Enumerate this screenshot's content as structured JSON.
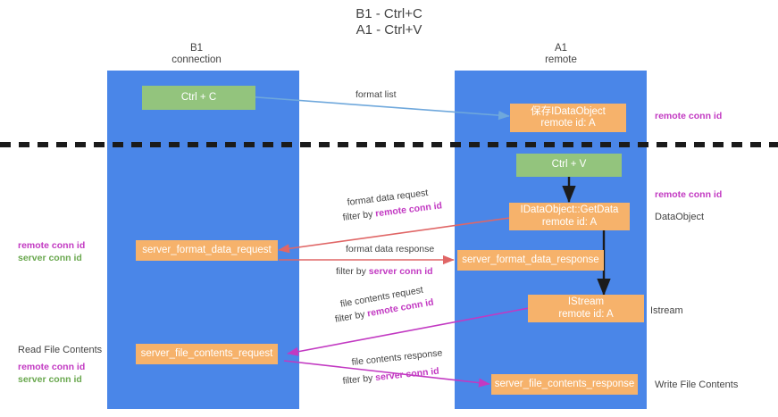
{
  "title": {
    "line1": "B1 - Ctrl+C",
    "line2": "A1 - Ctrl+V"
  },
  "lanes": [
    {
      "id": "b1",
      "name": "B1",
      "role": "connection",
      "color": "#4a86e8"
    },
    {
      "id": "a1",
      "name": "A1",
      "role": "remote",
      "color": "#4a86e8"
    }
  ],
  "boxes": {
    "ctrl_c": {
      "line1": "Ctrl + C",
      "line2": "",
      "color": "#93c47d"
    },
    "save_idataobject": {
      "line1": "保存IDataObject",
      "line2": "remote id: A",
      "color": "#f6b26b"
    },
    "ctrl_v": {
      "line1": "Ctrl + V",
      "line2": "",
      "color": "#93c47d"
    },
    "getdata": {
      "line1": "IDataObject::GetData",
      "line2": "remote id: A",
      "color": "#f6b26b"
    },
    "server_format_data_request": {
      "line1": "server_format_data_request",
      "line2": "",
      "color": "#f6b26b"
    },
    "server_format_data_response": {
      "line1": "server_format_data_response",
      "line2": "",
      "color": "#f6b26b"
    },
    "istream": {
      "line1": "IStream",
      "line2": "remote id: A",
      "color": "#f6b26b"
    },
    "server_file_contents_request": {
      "line1": "server_file_contents_request",
      "line2": "",
      "color": "#f6b26b"
    },
    "server_file_contents_response": {
      "line1": "server_file_contents_response",
      "line2": "",
      "color": "#f6b26b"
    }
  },
  "edges": {
    "format_list": {
      "label": "format list",
      "color": "#6fa8dc"
    },
    "format_data_request": {
      "label": "format data request",
      "filter_prefix": "filter by ",
      "filter_key": "remote conn id",
      "color": "#e06666",
      "key_color": "#c239c2"
    },
    "format_data_response": {
      "label": "format data response",
      "filter_prefix": "filter by ",
      "filter_key": "server conn id",
      "color": "#e06666",
      "key_color": "#c239c2"
    },
    "file_contents_request": {
      "label": "file contents request",
      "filter_prefix": "filter by ",
      "filter_key": "remote conn id",
      "color": "#c239c2",
      "key_color": "#c239c2"
    },
    "file_contents_response": {
      "label": "file contents response",
      "filter_prefix": "filter by ",
      "filter_key": "server conn id",
      "color": "#c239c2",
      "key_color": "#c239c2"
    }
  },
  "annotations": {
    "right_remote_conn_id_top": "remote conn id",
    "right_remote_conn_id_mid": "remote conn id",
    "right_dataobject": "DataObject",
    "right_istream": "Istream",
    "right_write_file_contents": "Write File Contents",
    "left_remote_conn_id_mid": "remote conn id",
    "left_server_conn_id_mid": "server conn id",
    "left_read_file_contents": "Read File Contents",
    "left_remote_conn_id_bottom": "remote conn id",
    "left_server_conn_id_bottom": "server conn id"
  },
  "divider": {
    "style": "dashed",
    "color": "#1b1b1b"
  }
}
